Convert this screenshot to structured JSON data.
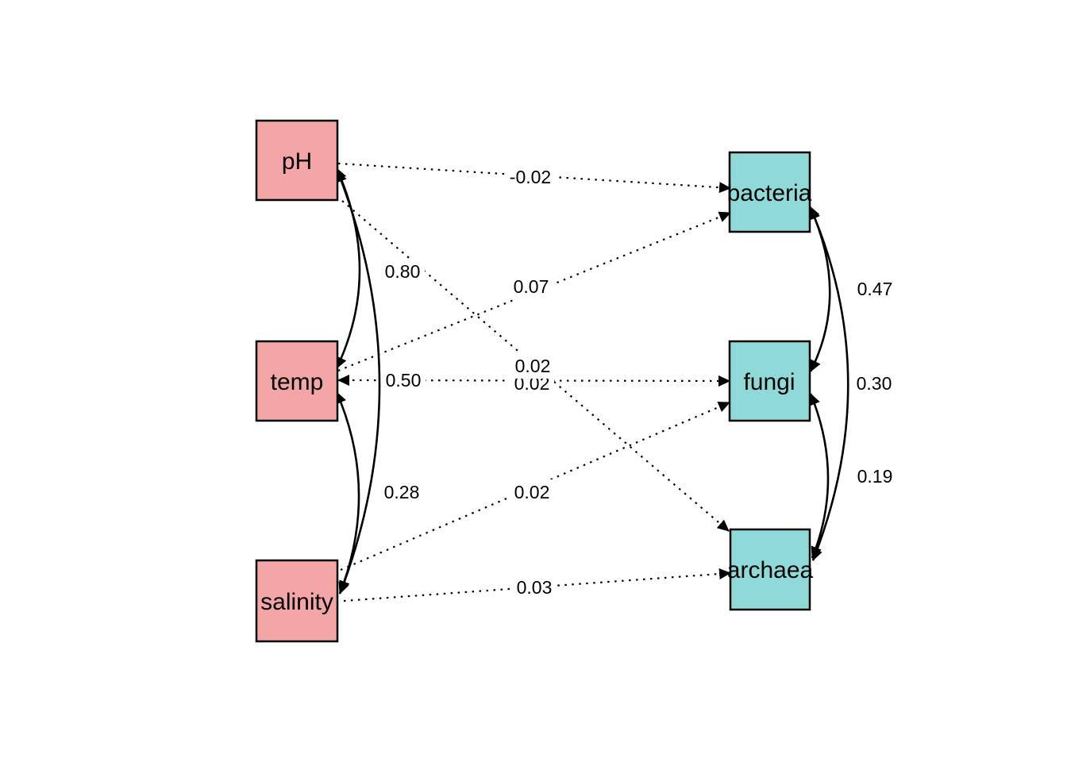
{
  "diagram": {
    "type": "sem-path-diagram",
    "background": "#ffffff",
    "line_color": "#000000",
    "node_colors": {
      "left": "#f4a5a5",
      "right": "#8fdad8",
      "border": "#000000"
    },
    "nodes": {
      "left": [
        {
          "label": "pH"
        },
        {
          "label": "temp"
        },
        {
          "label": "salinity"
        }
      ],
      "right": [
        {
          "label": "bacteria"
        },
        {
          "label": "fungi"
        },
        {
          "label": "archaea"
        }
      ]
    },
    "paths": [
      {
        "from": "pH",
        "to": "bacteria",
        "label": "-0.02",
        "style": "dotted",
        "bidirectional": false
      },
      {
        "from": "temp",
        "to": "bacteria",
        "label": "0.07",
        "style": "dotted",
        "bidirectional": false
      },
      {
        "from": "pH",
        "to": "archaea",
        "label": "0.02",
        "style": "dotted",
        "bidirectional": false
      },
      {
        "from": "temp",
        "to": "fungi",
        "label": "0.02",
        "style": "dotted",
        "bidirectional": true
      },
      {
        "from": "salinity",
        "to": "fungi",
        "label": "0.02",
        "style": "dotted",
        "bidirectional": false
      },
      {
        "from": "salinity",
        "to": "archaea",
        "label": "0.03",
        "style": "dotted",
        "bidirectional": false
      }
    ],
    "covariances": [
      {
        "between": [
          "pH",
          "temp"
        ],
        "label": "0.80"
      },
      {
        "between": [
          "pH",
          "salinity"
        ],
        "label": "0.50"
      },
      {
        "between": [
          "temp",
          "salinity"
        ],
        "label": "0.28"
      },
      {
        "between": [
          "bacteria",
          "fungi"
        ],
        "label": "0.47"
      },
      {
        "between": [
          "bacteria",
          "archaea"
        ],
        "label": "0.30"
      },
      {
        "between": [
          "fungi",
          "archaea"
        ],
        "label": "0.19"
      }
    ]
  }
}
